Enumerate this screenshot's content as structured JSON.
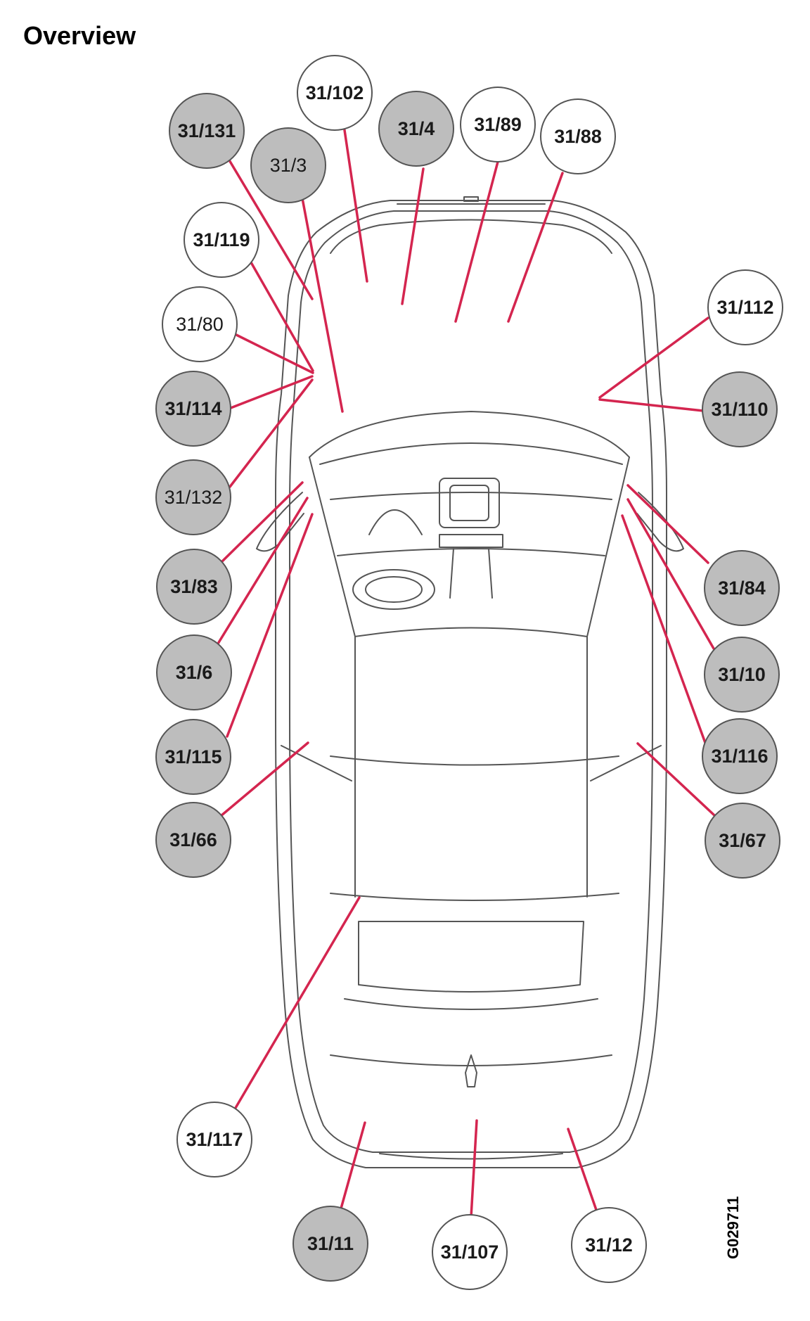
{
  "title": "Overview",
  "figure_code": "G029711",
  "colors": {
    "line": "#d4254f",
    "fill_gray": "#bdbdbd",
    "fill_white": "#ffffff",
    "outline": "#555555"
  },
  "callouts": [
    {
      "id": "31/131",
      "label": "31/131",
      "fill": "gray"
    },
    {
      "id": "31/3",
      "label": "31/3",
      "fill": "gray"
    },
    {
      "id": "31/102",
      "label": "31/102",
      "fill": "white"
    },
    {
      "id": "31/4",
      "label": "31/4",
      "fill": "gray"
    },
    {
      "id": "31/89",
      "label": "31/89",
      "fill": "white"
    },
    {
      "id": "31/88",
      "label": "31/88",
      "fill": "white"
    },
    {
      "id": "31/119",
      "label": "31/119",
      "fill": "white"
    },
    {
      "id": "31/80",
      "label": "31/80",
      "fill": "white"
    },
    {
      "id": "31/114",
      "label": "31/114",
      "fill": "gray"
    },
    {
      "id": "31/132",
      "label": "31/132",
      "fill": "gray"
    },
    {
      "id": "31/83",
      "label": "31/83",
      "fill": "gray"
    },
    {
      "id": "31/6",
      "label": "31/6",
      "fill": "gray"
    },
    {
      "id": "31/115",
      "label": "31/115",
      "fill": "gray"
    },
    {
      "id": "31/66",
      "label": "31/66",
      "fill": "gray"
    },
    {
      "id": "31/117",
      "label": "31/117",
      "fill": "white"
    },
    {
      "id": "31/11",
      "label": "31/11",
      "fill": "gray"
    },
    {
      "id": "31/107",
      "label": "31/107",
      "fill": "white"
    },
    {
      "id": "31/12",
      "label": "31/12",
      "fill": "white"
    },
    {
      "id": "31/112",
      "label": "31/112",
      "fill": "white"
    },
    {
      "id": "31/110",
      "label": "31/110",
      "fill": "gray"
    },
    {
      "id": "31/84",
      "label": "31/84",
      "fill": "gray"
    },
    {
      "id": "31/10",
      "label": "31/10",
      "fill": "gray"
    },
    {
      "id": "31/116",
      "label": "31/116",
      "fill": "gray"
    },
    {
      "id": "31/67",
      "label": "31/67",
      "fill": "gray"
    }
  ]
}
